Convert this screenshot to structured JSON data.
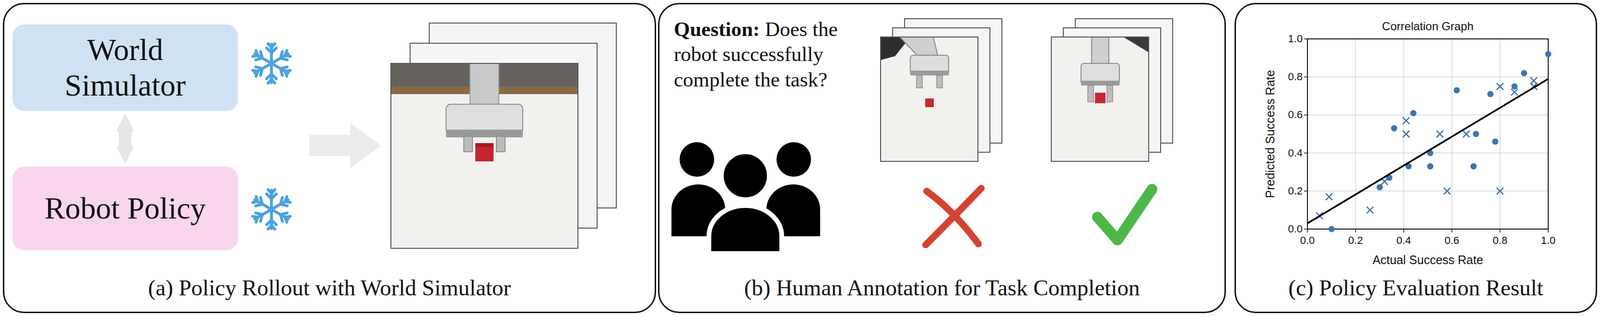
{
  "diagram": {
    "nodes": [
      {
        "text": [
          "(a) Policy Rollout with World Simulator"
        ]
      },
      {
        "text": [
          "World Simulator"
        ],
        "in": 0
      },
      {
        "text": [
          "Robot Policy"
        ],
        "in": 0
      },
      {
        "text": [
          "Question:",
          "Does the robot successfully complete the task?",
          "(b) Human Annotation for Task Completion"
        ]
      },
      {
        "text": [
          "(c) Policy Evaluation Result"
        ]
      }
    ],
    "edges": [
      {
        "from": 1,
        "to": 2,
        "arrow": "both"
      }
    ],
    "labels": [
      "Correlation Graph",
      "Predicted Success Rate",
      "Actual Success Rate",
      "0.0",
      "0.2",
      "0.4",
      "0.6",
      "0.8",
      "1.0",
      "0.0",
      "0.2",
      "0.4",
      "0.6",
      "0.8",
      "1.0"
    ]
  }
}
